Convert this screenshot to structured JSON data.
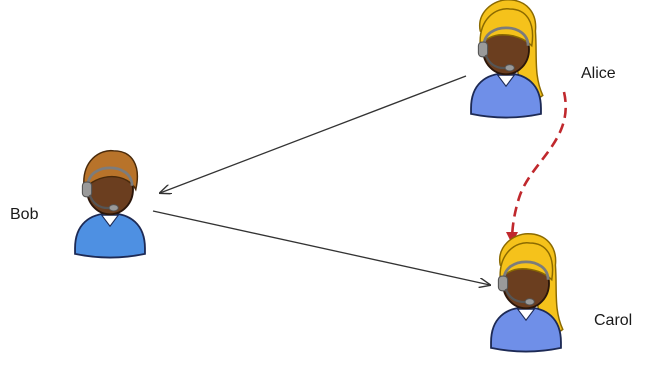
{
  "people": {
    "alice": {
      "name": "Alice",
      "hair": "#F5C21B",
      "hair_outline": "#8B6A00",
      "shirt": "#6F8FE8"
    },
    "bob": {
      "name": "Bob",
      "hair": "#B8732A",
      "hair_outline": "#4A2A0A",
      "shirt": "#4E90E2"
    },
    "carol": {
      "name": "Carol",
      "hair": "#F5C21B",
      "hair_outline": "#8B6A00",
      "shirt": "#6F8FE8"
    }
  },
  "colors": {
    "skin": "#6B3E1F",
    "skin_outline": "#2B160A",
    "headset": "#9A9A9A",
    "arrow_solid": "#333333",
    "arrow_dashed": "#C0282D"
  },
  "icons": {
    "person": "person-with-headset-icon"
  }
}
